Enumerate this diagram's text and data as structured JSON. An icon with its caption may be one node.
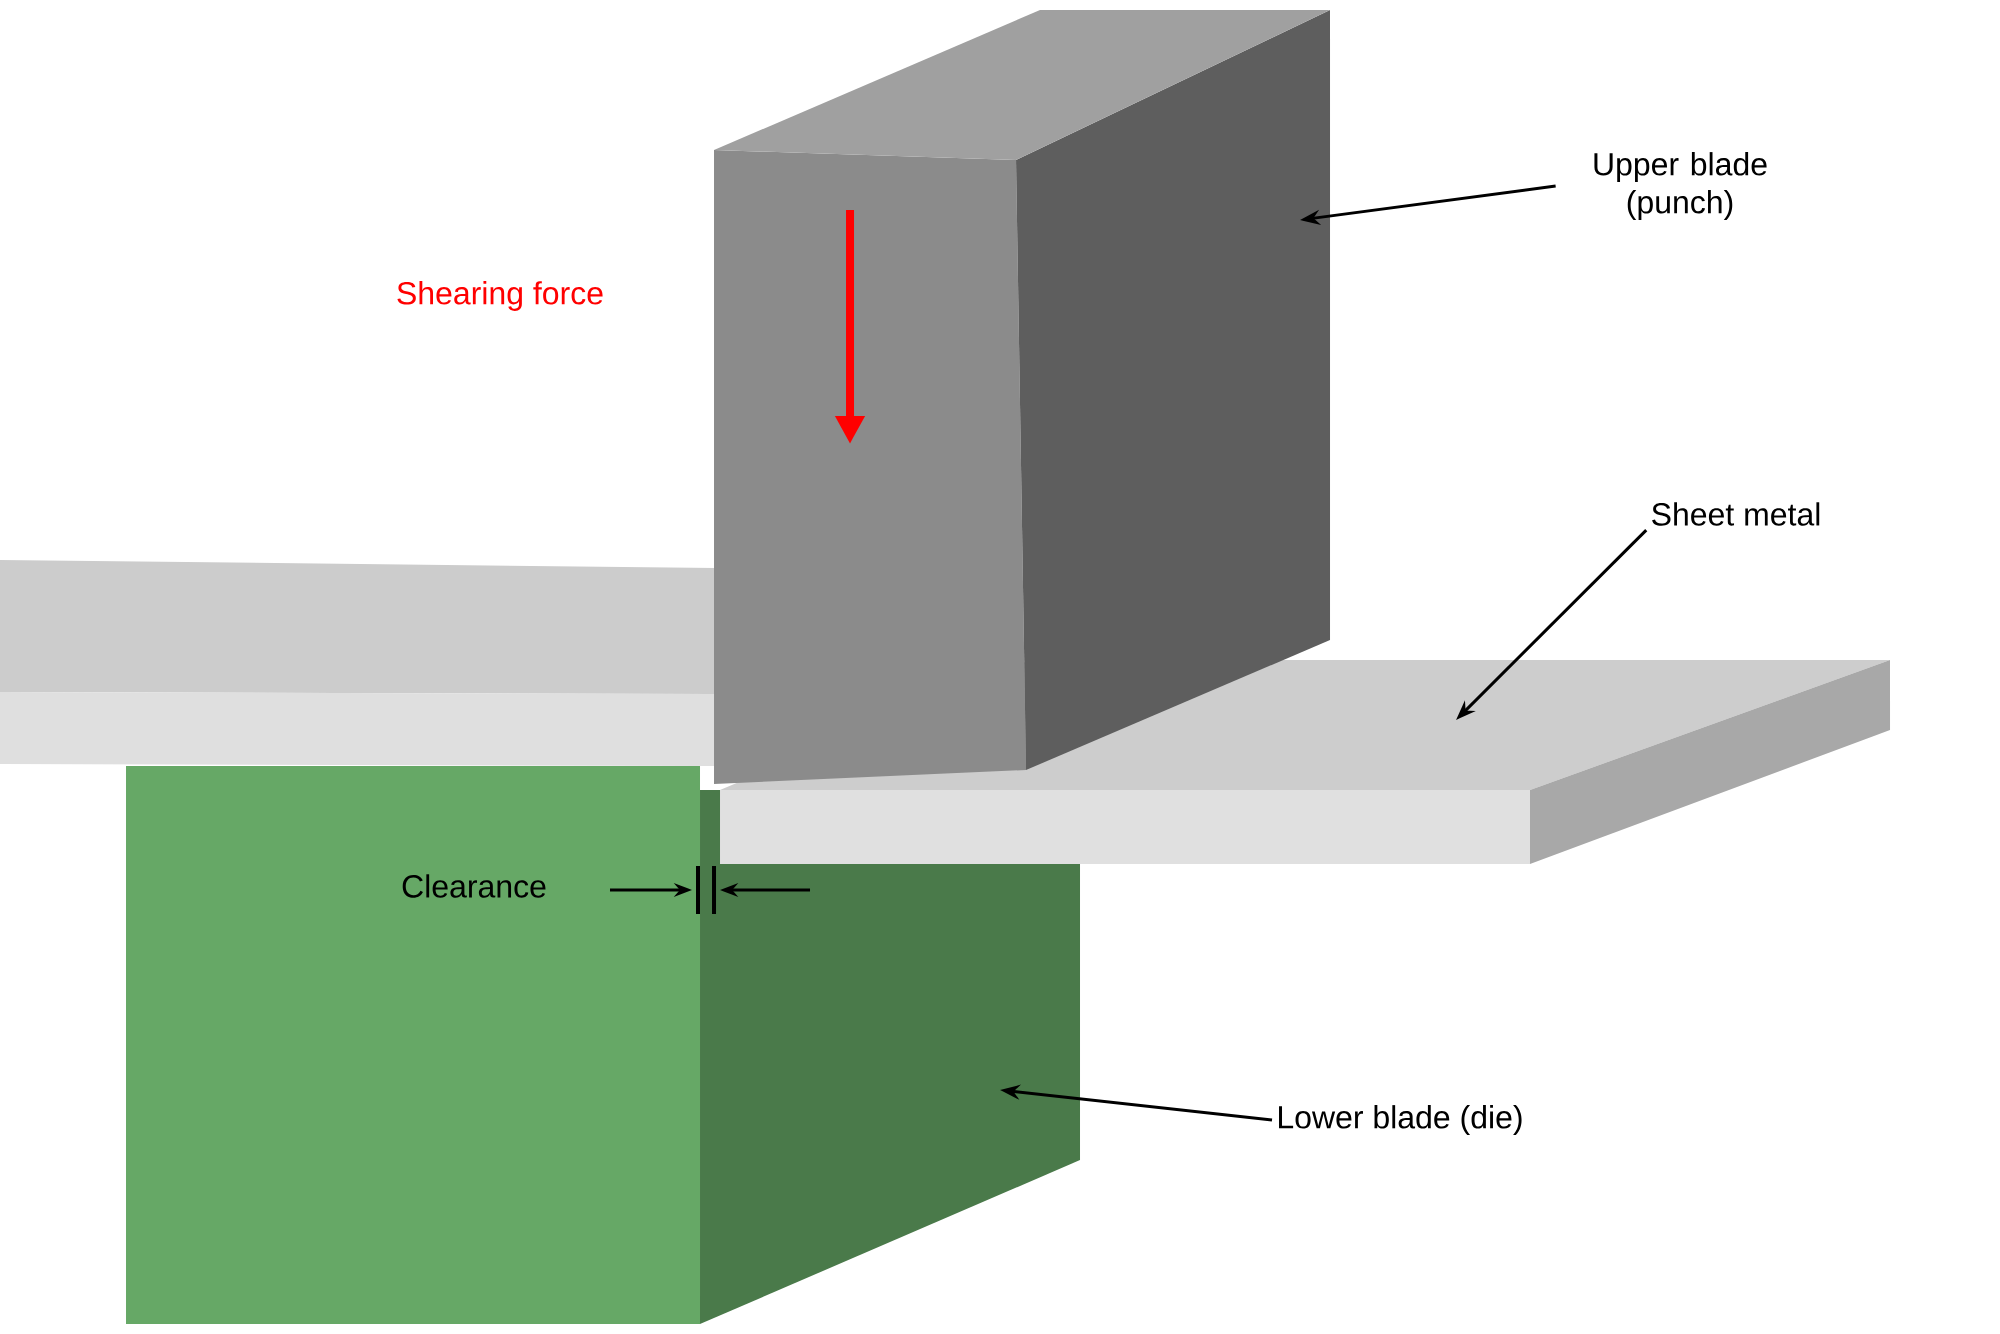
{
  "diagram": {
    "nodes": [
      {
        "text": [
          "Upper blade (punch)"
        ]
      },
      {
        "text": [
          "Sheet metal"
        ]
      },
      {
        "text": [
          "Lower blade (die)"
        ]
      }
    ],
    "edges": [
      {
        "from": 0,
        "to": null,
        "arrow": "to"
      },
      {
        "from": 1,
        "to": null,
        "arrow": "to"
      },
      {
        "from": 2,
        "to": null,
        "arrow": "to"
      }
    ],
    "labels": [
      "Shearing force",
      "Clearance"
    ]
  }
}
